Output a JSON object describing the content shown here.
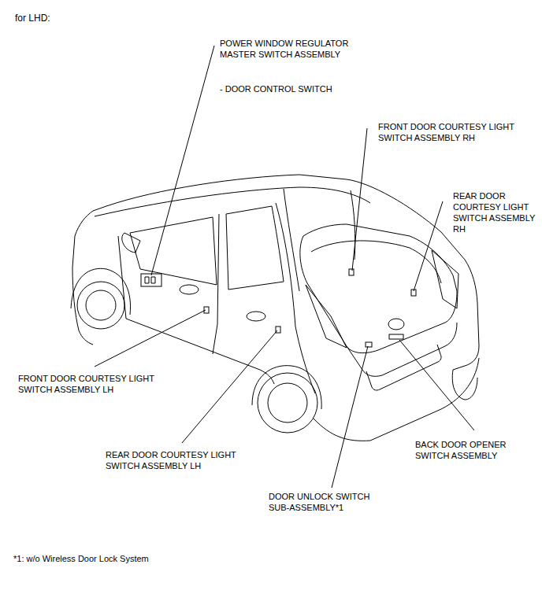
{
  "diagram": {
    "title": "for LHD:",
    "labels": [
      "POWER WINDOW REGULATOR MASTER SWITCH ASSEMBLY",
      "- DOOR CONTROL SWITCH",
      "FRONT DOOR COURTESY LIGHT SWITCH ASSEMBLY RH",
      "REAR DOOR COURTESY LIGHT SWITCH ASSEMBLY RH",
      "FRONT DOOR COURTESY LIGHT SWITCH ASSEMBLY LH",
      "REAR DOOR COURTESY LIGHT SWITCH ASSEMBLY LH",
      "BACK DOOR OPENER SWITCH ASSEMBLY",
      "DOOR UNLOCK SWITCH SUB-ASSEMBLY*1",
      "*1: w/o Wireless Door Lock System"
    ]
  }
}
